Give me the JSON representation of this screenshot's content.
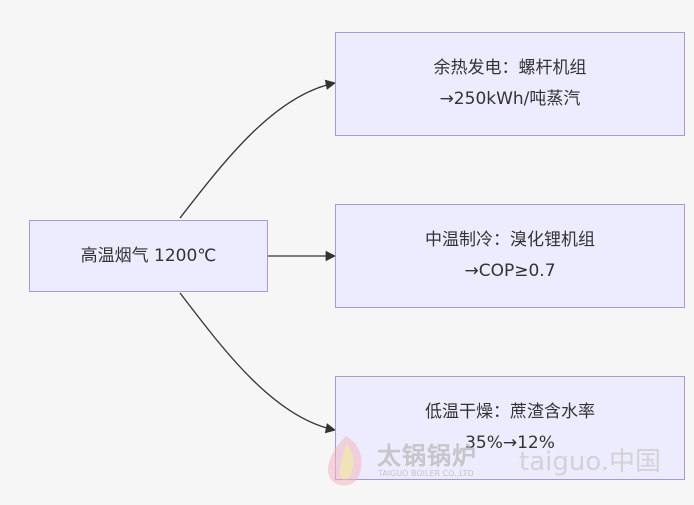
{
  "nodes": {
    "source": {
      "label": "高温烟气 1200℃"
    },
    "high": {
      "line1": "余热发电：螺杆机组",
      "line2": "→250kWh/吨蒸汽"
    },
    "mid": {
      "line1": "中温制冷：溴化锂机组",
      "line2": "→COP≥0.7"
    },
    "low": {
      "line1": "低温干燥：蔗渣含水率",
      "line2": "35%→12%"
    }
  },
  "watermark": {
    "brand_cn": "太锅锅炉",
    "brand_en": "TAIGUO BOILER CO.,LTD",
    "site": "taiguo.中国"
  },
  "colors": {
    "background": "#f6f6f6",
    "node_fill": "#ececfe",
    "node_border": "#a898d8",
    "edge": "#333333",
    "text": "#333333"
  }
}
